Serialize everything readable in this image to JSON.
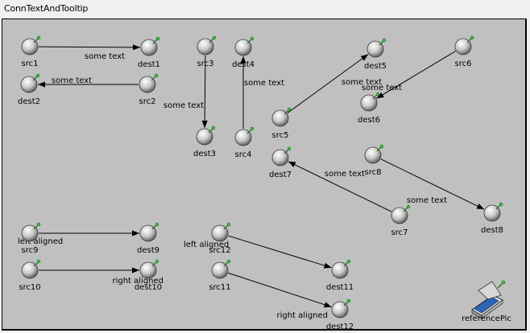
{
  "window": {
    "title": "ConnTextAndTooltip"
  },
  "nodes": [
    {
      "id": "src1",
      "label": "src1"
    },
    {
      "id": "dest1",
      "label": "dest1"
    },
    {
      "id": "dest2",
      "label": "dest2"
    },
    {
      "id": "src2",
      "label": "src2"
    },
    {
      "id": "src3",
      "label": "src3"
    },
    {
      "id": "dest3",
      "label": "dest3"
    },
    {
      "id": "dest4",
      "label": "dest4"
    },
    {
      "id": "src4",
      "label": "src4"
    },
    {
      "id": "dest5",
      "label": "dest5"
    },
    {
      "id": "src5",
      "label": "src5"
    },
    {
      "id": "src6",
      "label": "src6"
    },
    {
      "id": "dest6",
      "label": "dest6"
    },
    {
      "id": "dest7",
      "label": "dest7"
    },
    {
      "id": "src7",
      "label": "src7"
    },
    {
      "id": "src8",
      "label": "src8"
    },
    {
      "id": "dest8",
      "label": "dest8"
    },
    {
      "id": "src9",
      "label": "src9"
    },
    {
      "id": "dest9",
      "label": "dest9"
    },
    {
      "id": "src10",
      "label": "src10"
    },
    {
      "id": "dest10",
      "label": "dest10"
    },
    {
      "id": "src12",
      "label": "src12"
    },
    {
      "id": "dest11",
      "label": "dest11"
    },
    {
      "id": "src11",
      "label": "src11"
    },
    {
      "id": "dest12",
      "label": "dest12"
    }
  ],
  "connections": [
    {
      "from": "src1",
      "to": "dest1",
      "text": "some text"
    },
    {
      "from": "src2",
      "to": "dest2",
      "text": "some text"
    },
    {
      "from": "src3",
      "to": "dest3",
      "text": "some text"
    },
    {
      "from": "src4",
      "to": "dest4",
      "text": "some text"
    },
    {
      "from": "src5",
      "to": "dest5",
      "text": "some text"
    },
    {
      "from": "src6",
      "to": "dest6",
      "text": "some text"
    },
    {
      "from": "src7",
      "to": "dest7",
      "text": "some text"
    },
    {
      "from": "src8",
      "to": "dest8",
      "text": "some text"
    },
    {
      "from": "src9",
      "to": "dest9",
      "text": "left aligned"
    },
    {
      "from": "src10",
      "to": "dest10",
      "text": "right aligned"
    },
    {
      "from": "src12",
      "to": "dest11",
      "text": "left aligned"
    },
    {
      "from": "src11",
      "to": "dest12",
      "text": "right aligned"
    }
  ],
  "reference_pic": {
    "label": "referencePic",
    "icon": "scanner-icon"
  }
}
